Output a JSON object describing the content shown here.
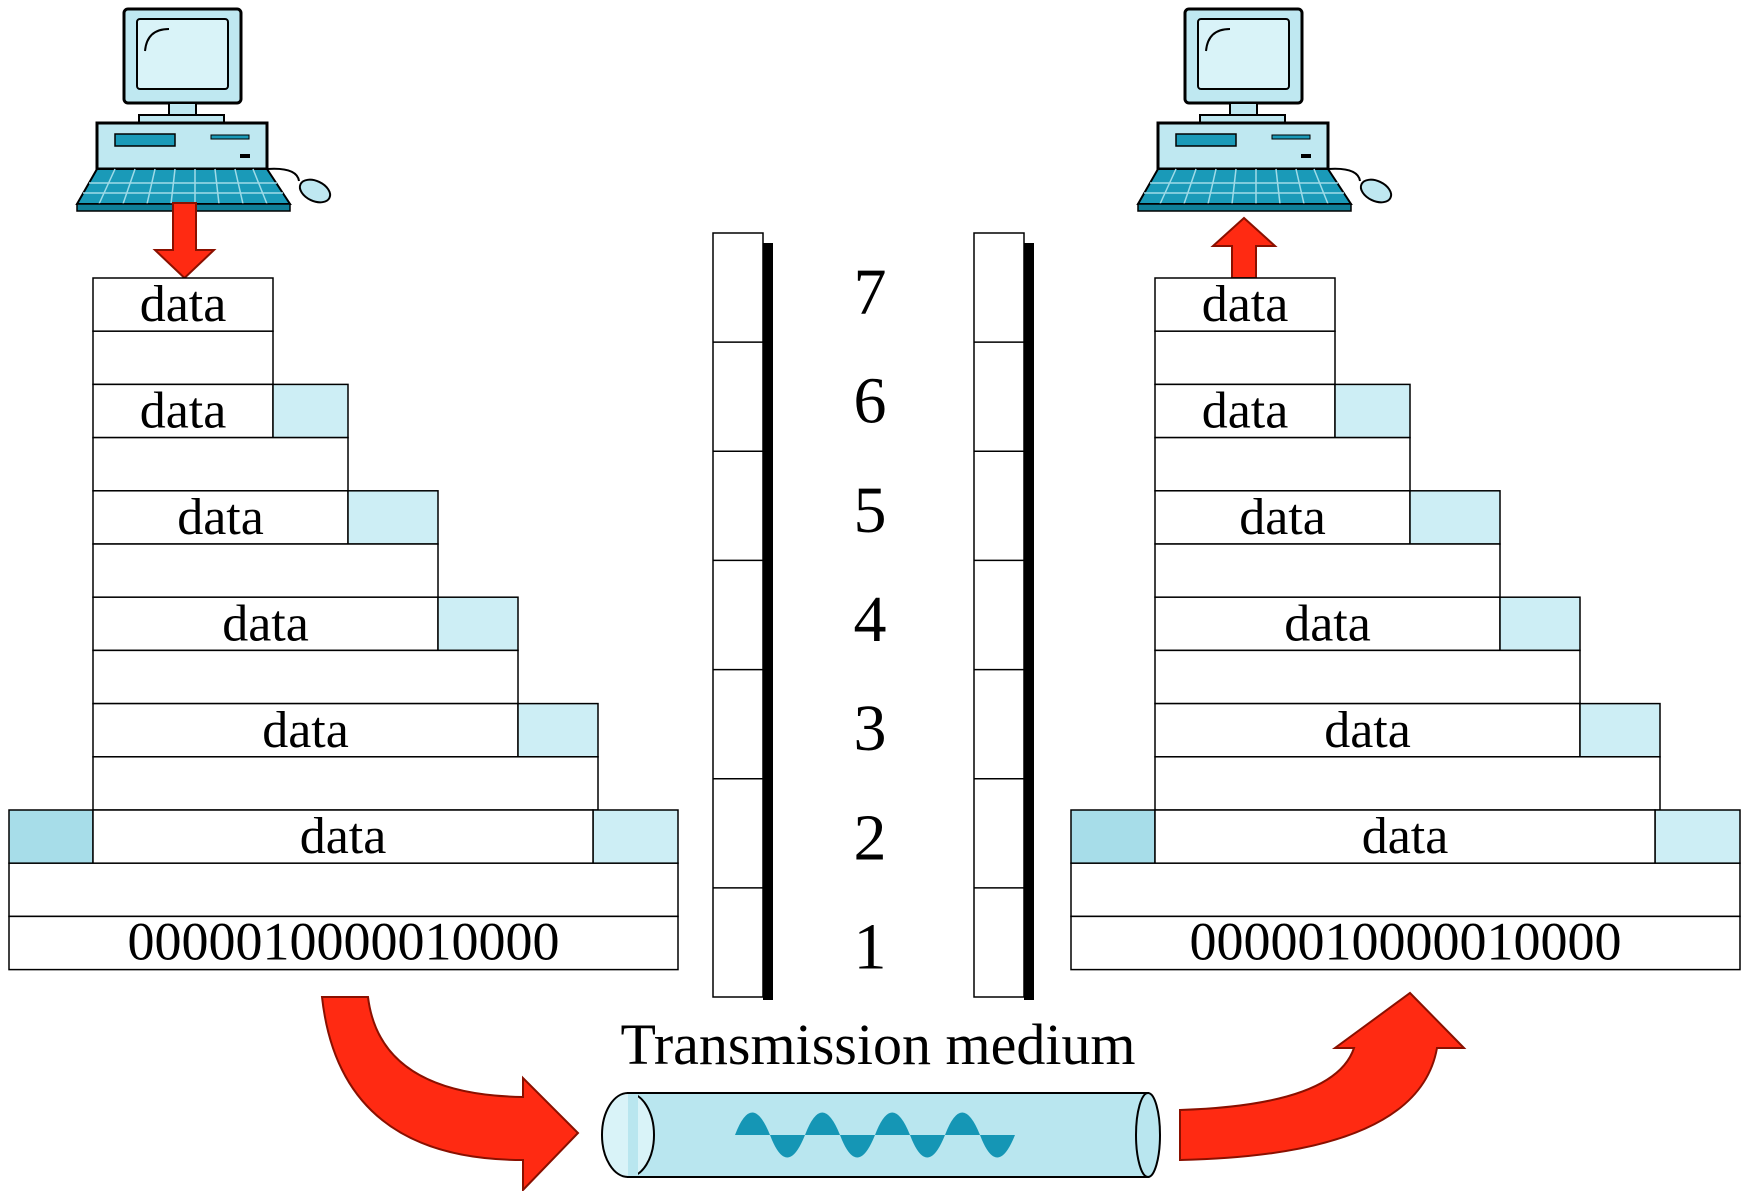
{
  "sender": {
    "layers": [
      {
        "layer": 7,
        "label": "data"
      },
      {
        "layer": 6,
        "label": "data"
      },
      {
        "layer": 5,
        "label": "data"
      },
      {
        "layer": 4,
        "label": "data"
      },
      {
        "layer": 3,
        "label": "data"
      },
      {
        "layer": 2,
        "label": "data"
      }
    ],
    "bits": "0000010000010000"
  },
  "receiver": {
    "layers": [
      {
        "layer": 7,
        "label": "data"
      },
      {
        "layer": 6,
        "label": "data"
      },
      {
        "layer": 5,
        "label": "data"
      },
      {
        "layer": 4,
        "label": "data"
      },
      {
        "layer": 3,
        "label": "data"
      },
      {
        "layer": 2,
        "label": "data"
      }
    ],
    "bits": "0000010000010000"
  },
  "layer_numbers": [
    "7",
    "6",
    "5",
    "4",
    "3",
    "2",
    "1"
  ],
  "medium": {
    "label": "Transmission medium"
  },
  "colors": {
    "arrow": "#ff2a12",
    "header": "#cdeef5",
    "header_dark": "#a7dde9",
    "computer_body": "#bfe8f1",
    "computer_accent": "#1a9ab8",
    "cable": "#b9e6ef",
    "wave": "#1596b5"
  },
  "icons": [
    "sender-computer-icon",
    "receiver-computer-icon",
    "down-arrow-icon",
    "up-arrow-icon",
    "curved-arrow-icon",
    "cable-icon",
    "signal-wave-icon"
  ]
}
